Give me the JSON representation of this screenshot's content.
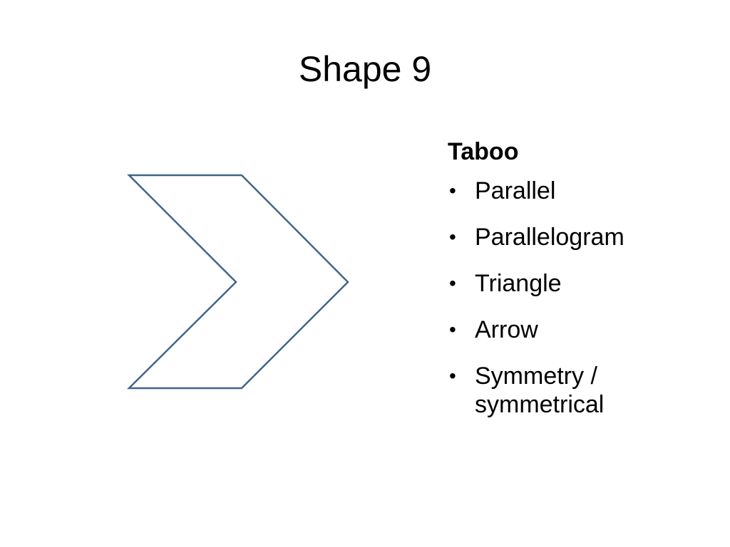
{
  "slide": {
    "title": "Shape 9",
    "shape": {
      "name": "chevron",
      "stroke_color": "#41658A",
      "fill_color": "#ffffff"
    },
    "taboo": {
      "heading": "Taboo",
      "bullet_symbol": "•",
      "items": [
        "Parallel",
        "Parallelogram",
        "Triangle",
        "Arrow",
        "Symmetry / symmetrical"
      ]
    }
  }
}
